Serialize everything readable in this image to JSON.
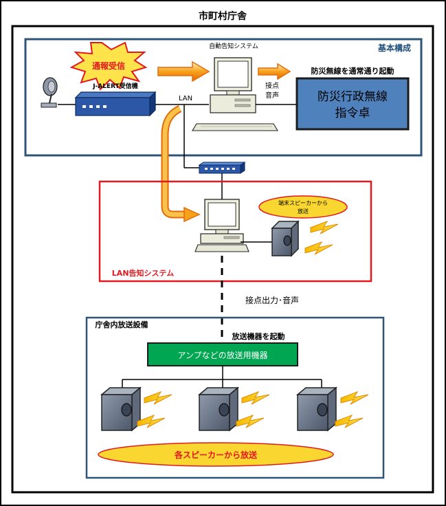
{
  "building_title": "市町村庁舎",
  "basic": {
    "title": "基本構成",
    "alert_burst": "通報受信",
    "auto_system_label": "自動告知システム",
    "receiver_label": "J-ALERT受信機",
    "lan_label": "LAN",
    "contact_label_1": "接点",
    "contact_label_2": "音声",
    "start_label": "防災無線を通常通り起動",
    "console_line_1": "防災行政無線",
    "console_line_2": "指令卓"
  },
  "lan_system": {
    "title": "LAN告知システム",
    "terminal_bubble_1": "端末スピーカーから",
    "terminal_bubble_2": "放送"
  },
  "link_label": "接点出力･音声",
  "in_building": {
    "title": "庁舎内放送設備",
    "start_label": "放送機器を起動",
    "amp_label": "アンプなどの放送用機器",
    "speakers_bubble": "各スピーカーから放送"
  },
  "colors": {
    "basic_frame": "#2e5477",
    "lan_frame": "#e3191f",
    "amp_fill": "#00a651",
    "console_fill": "#4f81bd",
    "arrow_orange": "#f7a11a",
    "bubble_fill": "#f9d630"
  }
}
